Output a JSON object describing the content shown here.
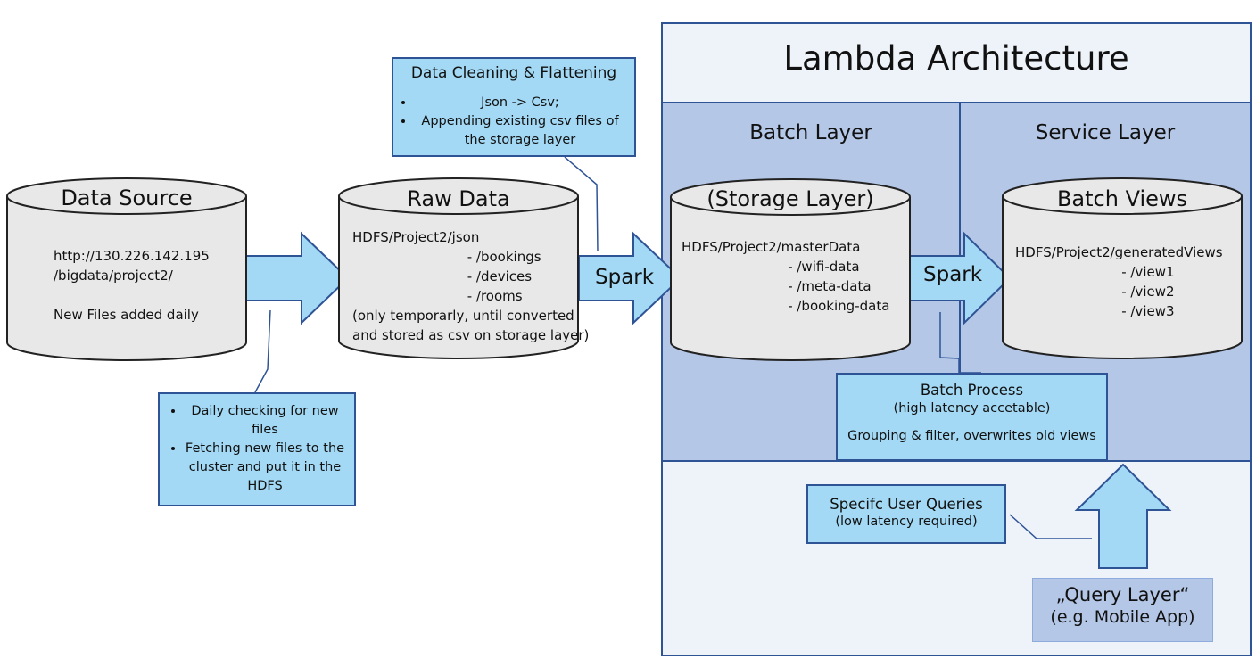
{
  "lambda": {
    "title": "Lambda Architecture"
  },
  "batch_layer": {
    "title": "Batch Layer"
  },
  "service_layer": {
    "title": "Service Layer"
  },
  "data_source": {
    "title": "Data Source",
    "lines": [
      "http://130.226.142.195",
      "/bigdata/project2/",
      "",
      "New Files added daily"
    ]
  },
  "raw_data": {
    "title": "Raw Data",
    "lines": [
      "HDFS/Project2/json",
      "                           - /bookings",
      "                           - /devices",
      "                           - /rooms",
      "(only temporarly, until converted",
      "and stored as csv on storage layer)"
    ]
  },
  "storage_layer": {
    "title": "(Storage Layer)",
    "lines": [
      "HDFS/Project2/masterData",
      "                         - /wifi-data",
      "                         - /meta-data",
      "                         - /booking-data"
    ]
  },
  "batch_views": {
    "title": "Batch Views",
    "lines": [
      "HDFS/Project2/generatedViews",
      "                         - /view1",
      "                         - /view2",
      "                         - /view3"
    ]
  },
  "spark_labels": {
    "first": "Spark",
    "second": "Spark"
  },
  "cleaning_note": {
    "title": "Data Cleaning & Flattening",
    "bullets": [
      "Json -> Csv;",
      "Appending existing csv files of the storage layer"
    ]
  },
  "fetch_note": {
    "bullets": [
      "Daily checking for new files",
      "Fetching new files to the cluster and put it in the HDFS"
    ]
  },
  "batch_process": {
    "title": "Batch Process",
    "subtitle": "(high latency accetable)",
    "detail": "Grouping & filter, overwrites old views"
  },
  "user_queries": {
    "title": "Specifc User Queries",
    "subtitle": "(low latency required)"
  },
  "query_layer": {
    "title": "„Query Layer“",
    "subtitle": "(e.g. Mobile App)"
  },
  "colors": {
    "outer_fill": "#eef3fa",
    "layer_fill": "#b4c7e7",
    "border": "#2f5496",
    "note_fill": "#a3d9f5",
    "cylinder_fill": "#e8e8e8",
    "query_fill": "#b4c7e7"
  }
}
